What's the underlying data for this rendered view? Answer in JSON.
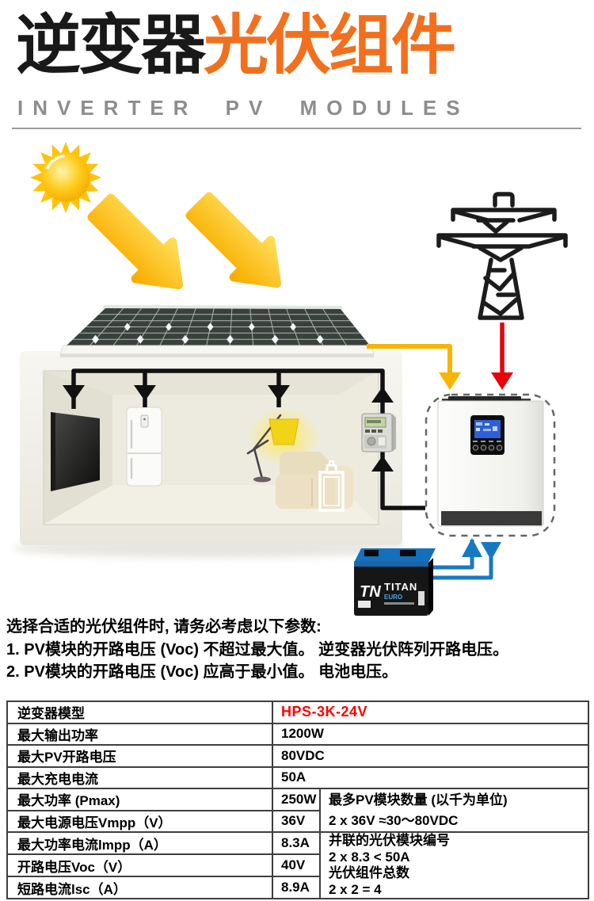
{
  "header": {
    "title_black": "逆变器",
    "title_orange": "光伏组件",
    "subtitle": "INVERTER PV MODULES"
  },
  "notes": {
    "intro": "选择合适的光伏组件时, 请务必考虑以下参数:",
    "item1": "1. PV模块的开路电压 (Voc) 不超过最大值。 逆变器光伏阵列开路电压。",
    "item2": "2. PV模块的开路电压 (Voc) 应高于最小值。 电池电压。"
  },
  "diagram": {
    "battery": {
      "logo": "TN",
      "brand": "TITAN",
      "series": "EURO"
    }
  },
  "colors": {
    "title_orange": "#F2701D",
    "model_red": "#FF0000",
    "pv_arrow_yellow": "#F7B500",
    "grid_arrow_red": "#E8000D",
    "battery_cable_blue": "#1779C4",
    "house_wire_black": "#111111",
    "sun_yellow": "#FFC30B"
  },
  "spec_table": {
    "rows": [
      {
        "label": "逆变器模型",
        "value": "HPS-3K-24V"
      },
      {
        "label": "最大输出功率",
        "value": "1200W"
      },
      {
        "label": "最大PV开路电压",
        "value": "80VDC"
      },
      {
        "label": "最大充电电流",
        "value": "50A"
      },
      {
        "label": "最大功率 (Pmax)",
        "value": "250W"
      },
      {
        "label": "最大电源电压Vmpp（V）",
        "value": "36V"
      },
      {
        "label": "最大功率电流lmpp（A）",
        "value": "8.3A"
      },
      {
        "label": "开路电压Voc（V）",
        "value": "40V"
      },
      {
        "label": "短路电流lsc（A）",
        "value": "8.9A"
      }
    ],
    "pv_module_note": {
      "line1": "最多PV模块数量 (以千为单位)",
      "line2": "2 x 36V ≈30～80VDC"
    },
    "parallel_note": {
      "line1": "并联的光伏模块编号",
      "line2": "2 x 8.3 < 50A",
      "line3": "光伏组件总数",
      "line4": "2 x 2 = 4"
    }
  }
}
